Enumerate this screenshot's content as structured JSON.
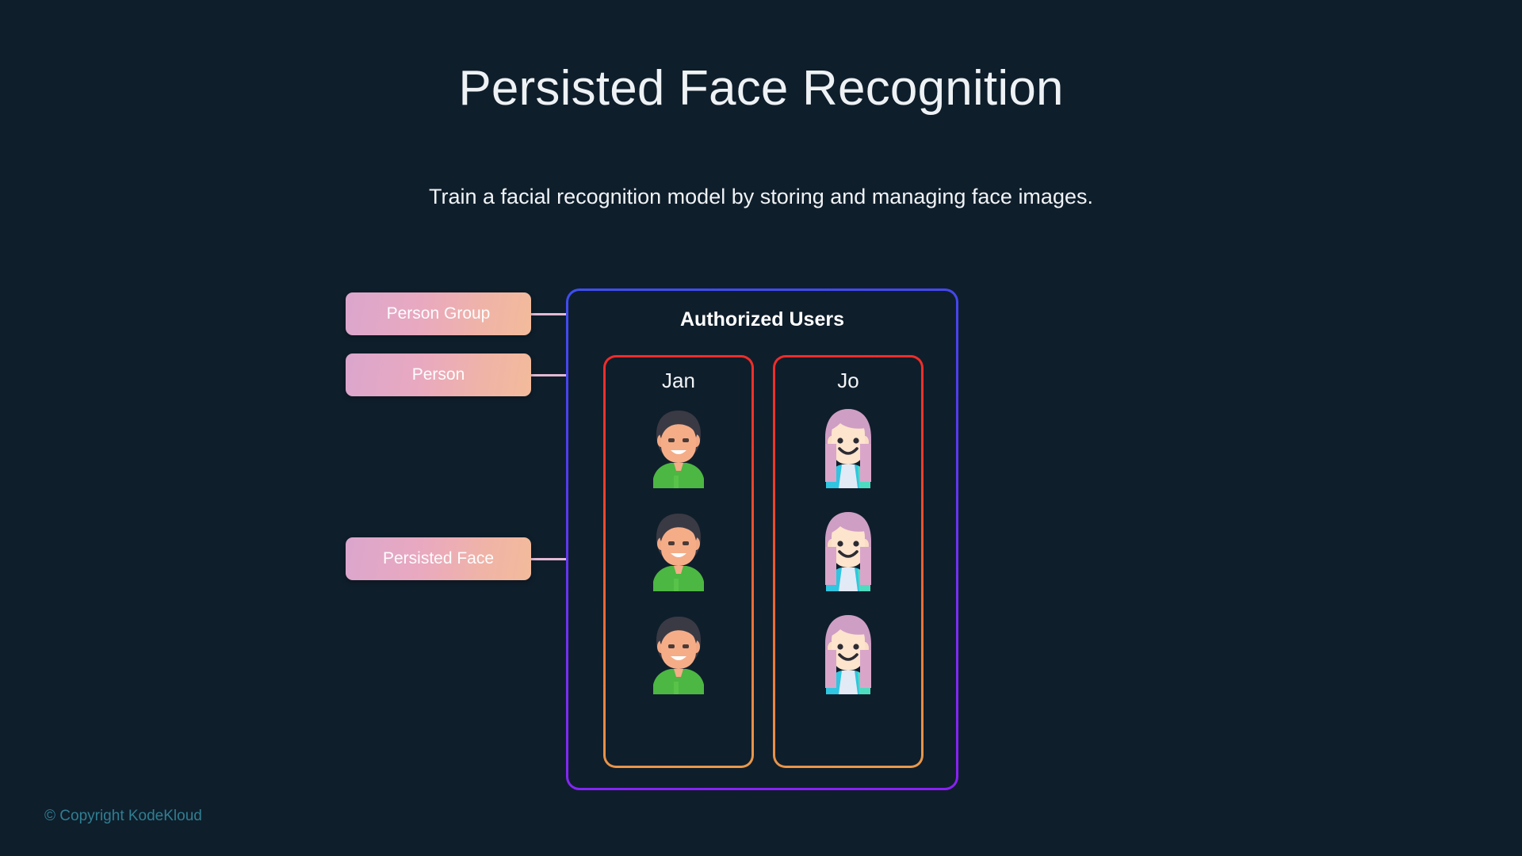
{
  "slide": {
    "title": "Persisted Face Recognition",
    "subtitle": "Train a facial recognition model by storing and managing face images."
  },
  "legend": {
    "items": [
      {
        "label": "Person Group",
        "key": "person-group"
      },
      {
        "label": "Person",
        "key": "person"
      },
      {
        "label": "Persisted Face",
        "key": "persisted-face"
      }
    ]
  },
  "diagram": {
    "container_heading": "Authorized Users",
    "persons": [
      {
        "name": "Jan",
        "avatar_type": "male-green-shirt",
        "faces": [
          "face-male-1",
          "face-male-2",
          "face-male-3"
        ]
      },
      {
        "name": "Jo",
        "avatar_type": "female-pink-hair",
        "faces": [
          "face-female-1",
          "face-female-2",
          "face-female-3"
        ]
      }
    ]
  },
  "colors": {
    "background": "#0f1e2b",
    "outer_border_start": "#3e4ef0",
    "outer_border_end": "#8b1ff7",
    "inner_border_start": "#ef2b2b",
    "inner_border_end": "#e89a4d",
    "pill_gradient_start": "#dba6cd",
    "pill_gradient_end": "#f3bb9b",
    "connector_line": "#e3b9d5",
    "title_text": "#eef2f5",
    "copyright_text": "#2f7f92"
  },
  "footer": {
    "copyright": "© Copyright KodeKloud"
  }
}
